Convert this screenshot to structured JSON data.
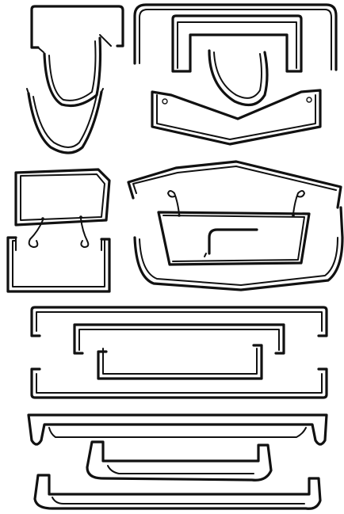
{
  "figure": {
    "kind": "line drawing of bent wire / tube handle profiles",
    "background_color": "#ffffff",
    "stroke_color": "#111111",
    "text_labels": []
  },
  "parts": [
    "small-bracket-handle-left",
    "u-hanging-handle-left",
    "notched-frame-handle-top-right",
    "plate-with-mount-holes",
    "trapezoid-panel-with-hooks",
    "u-channel-bracket",
    "large-rounded-frame",
    "basket-with-hooks",
    "nested-channel-set",
    "curved-long-handles"
  ]
}
